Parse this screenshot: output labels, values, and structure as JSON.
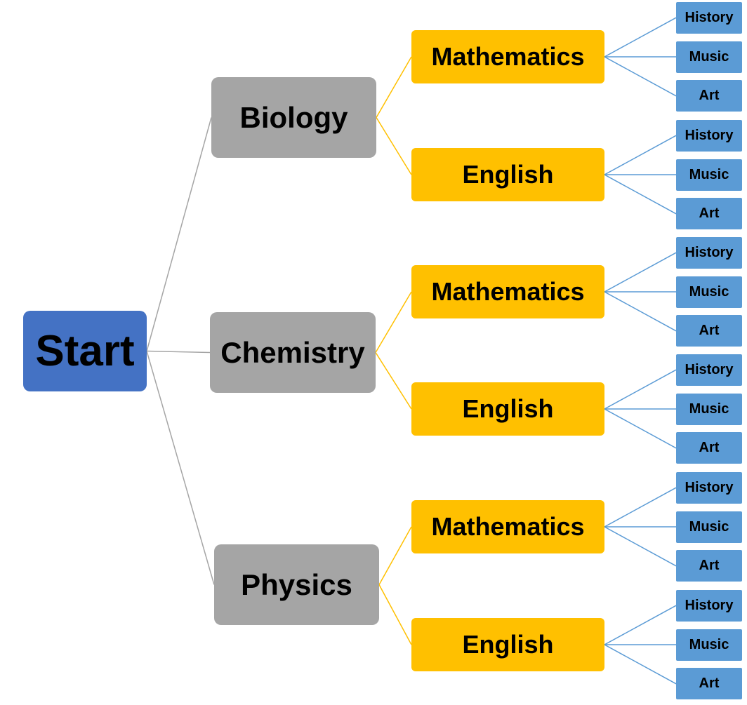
{
  "diagram": {
    "root": {
      "label": "Start",
      "children": [
        {
          "label": "Biology",
          "children": [
            {
              "label": "Mathematics",
              "children": [
                {
                  "label": "History"
                },
                {
                  "label": "Music"
                },
                {
                  "label": "Art"
                }
              ]
            },
            {
              "label": "English",
              "children": [
                {
                  "label": "History"
                },
                {
                  "label": "Music"
                },
                {
                  "label": "Art"
                }
              ]
            }
          ]
        },
        {
          "label": "Chemistry",
          "children": [
            {
              "label": "Mathematics",
              "children": [
                {
                  "label": "History"
                },
                {
                  "label": "Music"
                },
                {
                  "label": "Art"
                }
              ]
            },
            {
              "label": "English",
              "children": [
                {
                  "label": "History"
                },
                {
                  "label": "Music"
                },
                {
                  "label": "Art"
                }
              ]
            }
          ]
        },
        {
          "label": "Physics",
          "children": [
            {
              "label": "Mathematics",
              "children": [
                {
                  "label": "History"
                },
                {
                  "label": "Music"
                },
                {
                  "label": "Art"
                }
              ]
            },
            {
              "label": "English",
              "children": [
                {
                  "label": "History"
                },
                {
                  "label": "Music"
                },
                {
                  "label": "Art"
                }
              ]
            }
          ]
        }
      ]
    }
  },
  "colors": {
    "start_fill": "#4472c4",
    "science_fill": "#a5a5a5",
    "subject_fill": "#ffc000",
    "leaf_fill": "#5b9bd5",
    "root_connector": "#a5a5a5",
    "subject_connector": "#ffc000",
    "leaf_connector": "#5b9bd5"
  }
}
